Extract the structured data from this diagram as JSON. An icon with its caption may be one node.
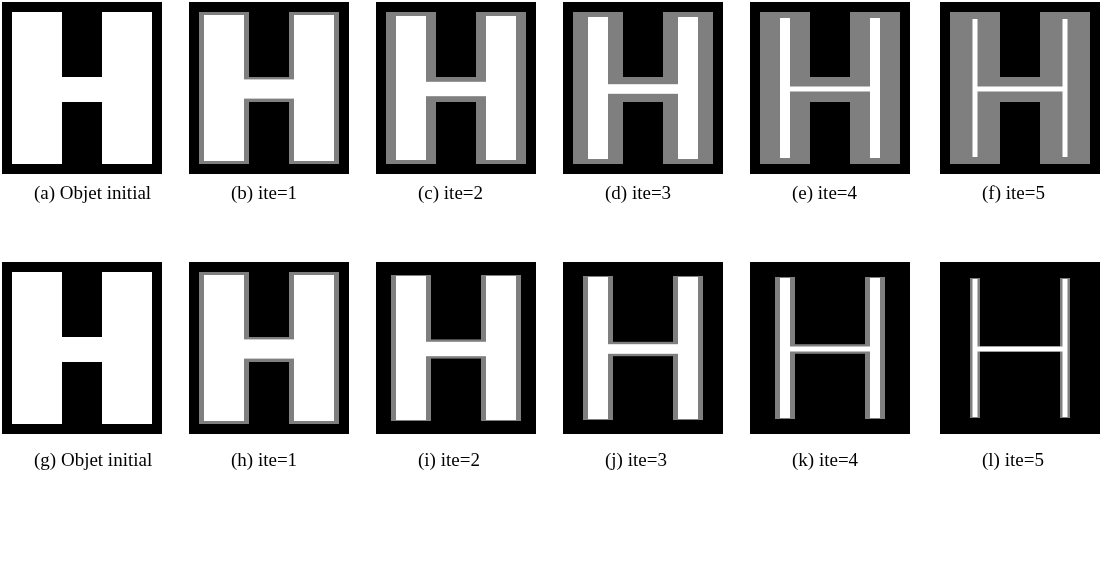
{
  "diagram": {
    "labels": [
      "(a)  Objet initial",
      "(b) ite=1",
      "(c) ite=2",
      "(d) ite=3",
      "(e) ite=4",
      "(f) ite=5",
      "(g)  Objet initial",
      "(h) ite=1",
      "(i) ite=2",
      "(j) ite=3",
      "(k) ite=4",
      "(l) ite=5"
    ]
  }
}
